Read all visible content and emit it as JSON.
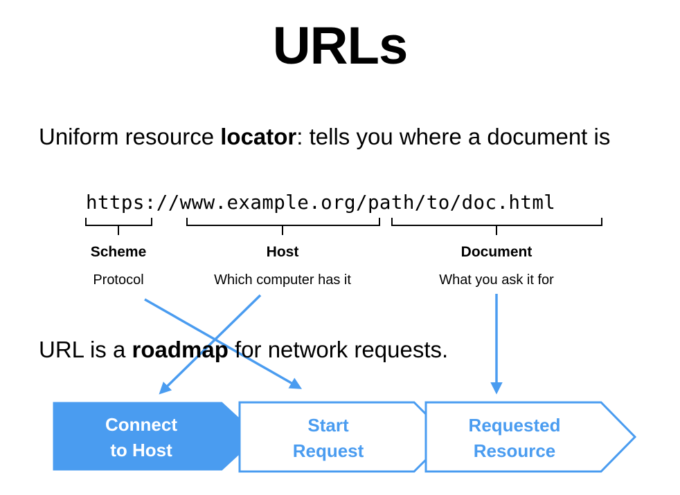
{
  "title": "URLs",
  "definition": {
    "prefix": "Uniform resource ",
    "bold": "locator",
    "suffix": ": tells you where a document is"
  },
  "url": "https://www.example.org/path/to/doc.html",
  "parts": [
    {
      "label": "Scheme",
      "description": "Protocol"
    },
    {
      "label": "Host",
      "description": "Which computer has it"
    },
    {
      "label": "Document",
      "description": "What you ask it for"
    }
  ],
  "roadmap": {
    "prefix": "URL is a ",
    "bold": "roadmap",
    "suffix": " for network requests."
  },
  "steps": [
    {
      "label": "Connect\nto Host",
      "filled": true
    },
    {
      "label": "Start\nRequest",
      "filled": false
    },
    {
      "label": "Requested\nResource",
      "filled": false
    }
  ],
  "colors": {
    "accent": "#4a9cf0",
    "text": "#000000",
    "background": "#ffffff"
  }
}
